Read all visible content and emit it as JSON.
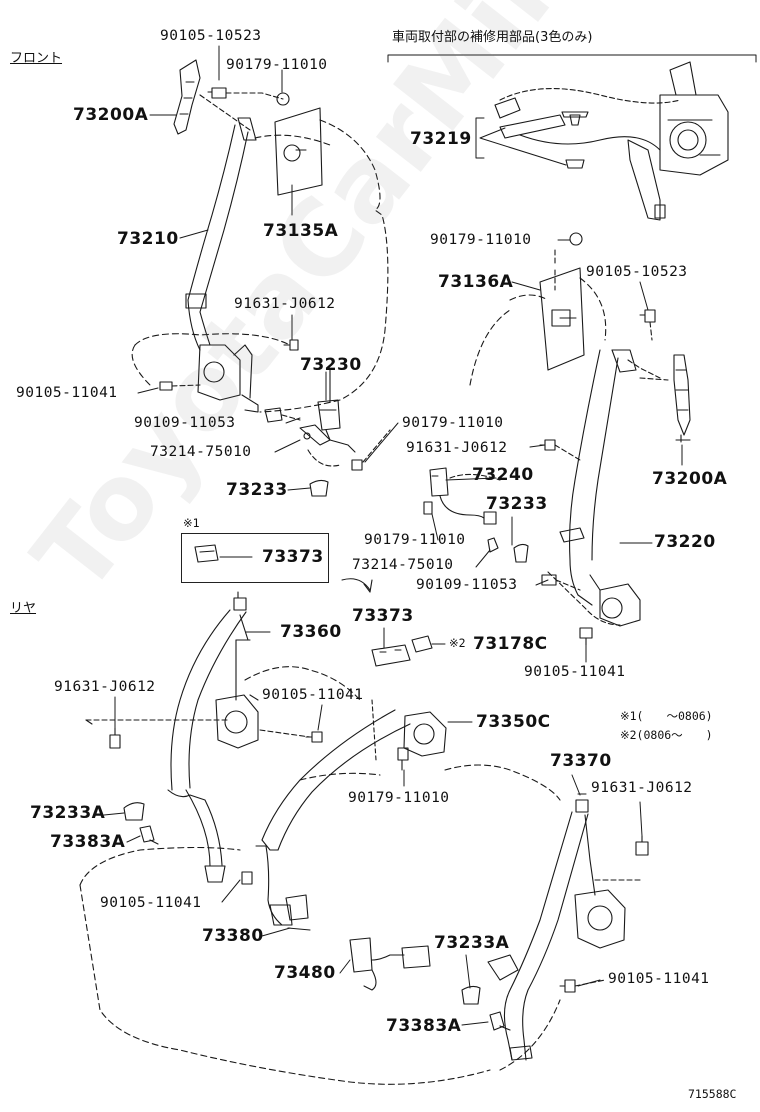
{
  "header": {
    "front_label": "フロント",
    "rear_label": "リヤ",
    "repair_parts_note": "車両取付部の補修用部品(3色のみ)"
  },
  "notes": {
    "n1_mark": "※1",
    "n1_range": "※1(　　～0806)",
    "n2_range": "※2(0806～　　)",
    "n2_inline": "※2"
  },
  "watermark": "ToyotaCarMinic",
  "diagram_id": "715588C",
  "parts": {
    "p90105_10523_a": "90105-10523",
    "p90179_11010_a": "90179-11010",
    "p73200A_a": "73200A",
    "p73219": "73219",
    "p73135A": "73135A",
    "p73210": "73210",
    "p90179_11010_b": "90179-11010",
    "p73136A": "73136A",
    "p90105_10523_b": "90105-10523",
    "p91631_J0612_a": "91631-J0612",
    "p73230": "73230",
    "p90105_11041_a": "90105-11041",
    "p90109_11053_a": "90109-11053",
    "p90179_11010_c": "90179-11010",
    "p73214_75010_a": "73214-75010",
    "p91631_J0612_b": "91631-J0612",
    "p73240": "73240",
    "p73200A_b": "73200A",
    "p73233_a": "73233",
    "p73233_b": "73233",
    "p73373_box": "73373",
    "p90179_11010_d": "90179-11010",
    "p73220": "73220",
    "p73214_75010_b": "73214-75010",
    "p90109_11053_b": "90109-11053",
    "p73373": "73373",
    "p73360": "73360",
    "p73178C": "73178C",
    "p90105_11041_b": "90105-11041",
    "p91631_J0612_c": "91631-J0612",
    "p90105_11041_c": "90105-11041",
    "p73350C": "73350C",
    "p73370": "73370",
    "p90179_11010_e": "90179-11010",
    "p91631_J0612_d": "91631-J0612",
    "p73233A_a": "73233A",
    "p73383A_a": "73383A",
    "p90105_11041_d": "90105-11041",
    "p73380": "73380",
    "p73233A_b": "73233A",
    "p73480": "73480",
    "p90105_11041_e": "90105-11041",
    "p73383A_b": "73383A"
  }
}
